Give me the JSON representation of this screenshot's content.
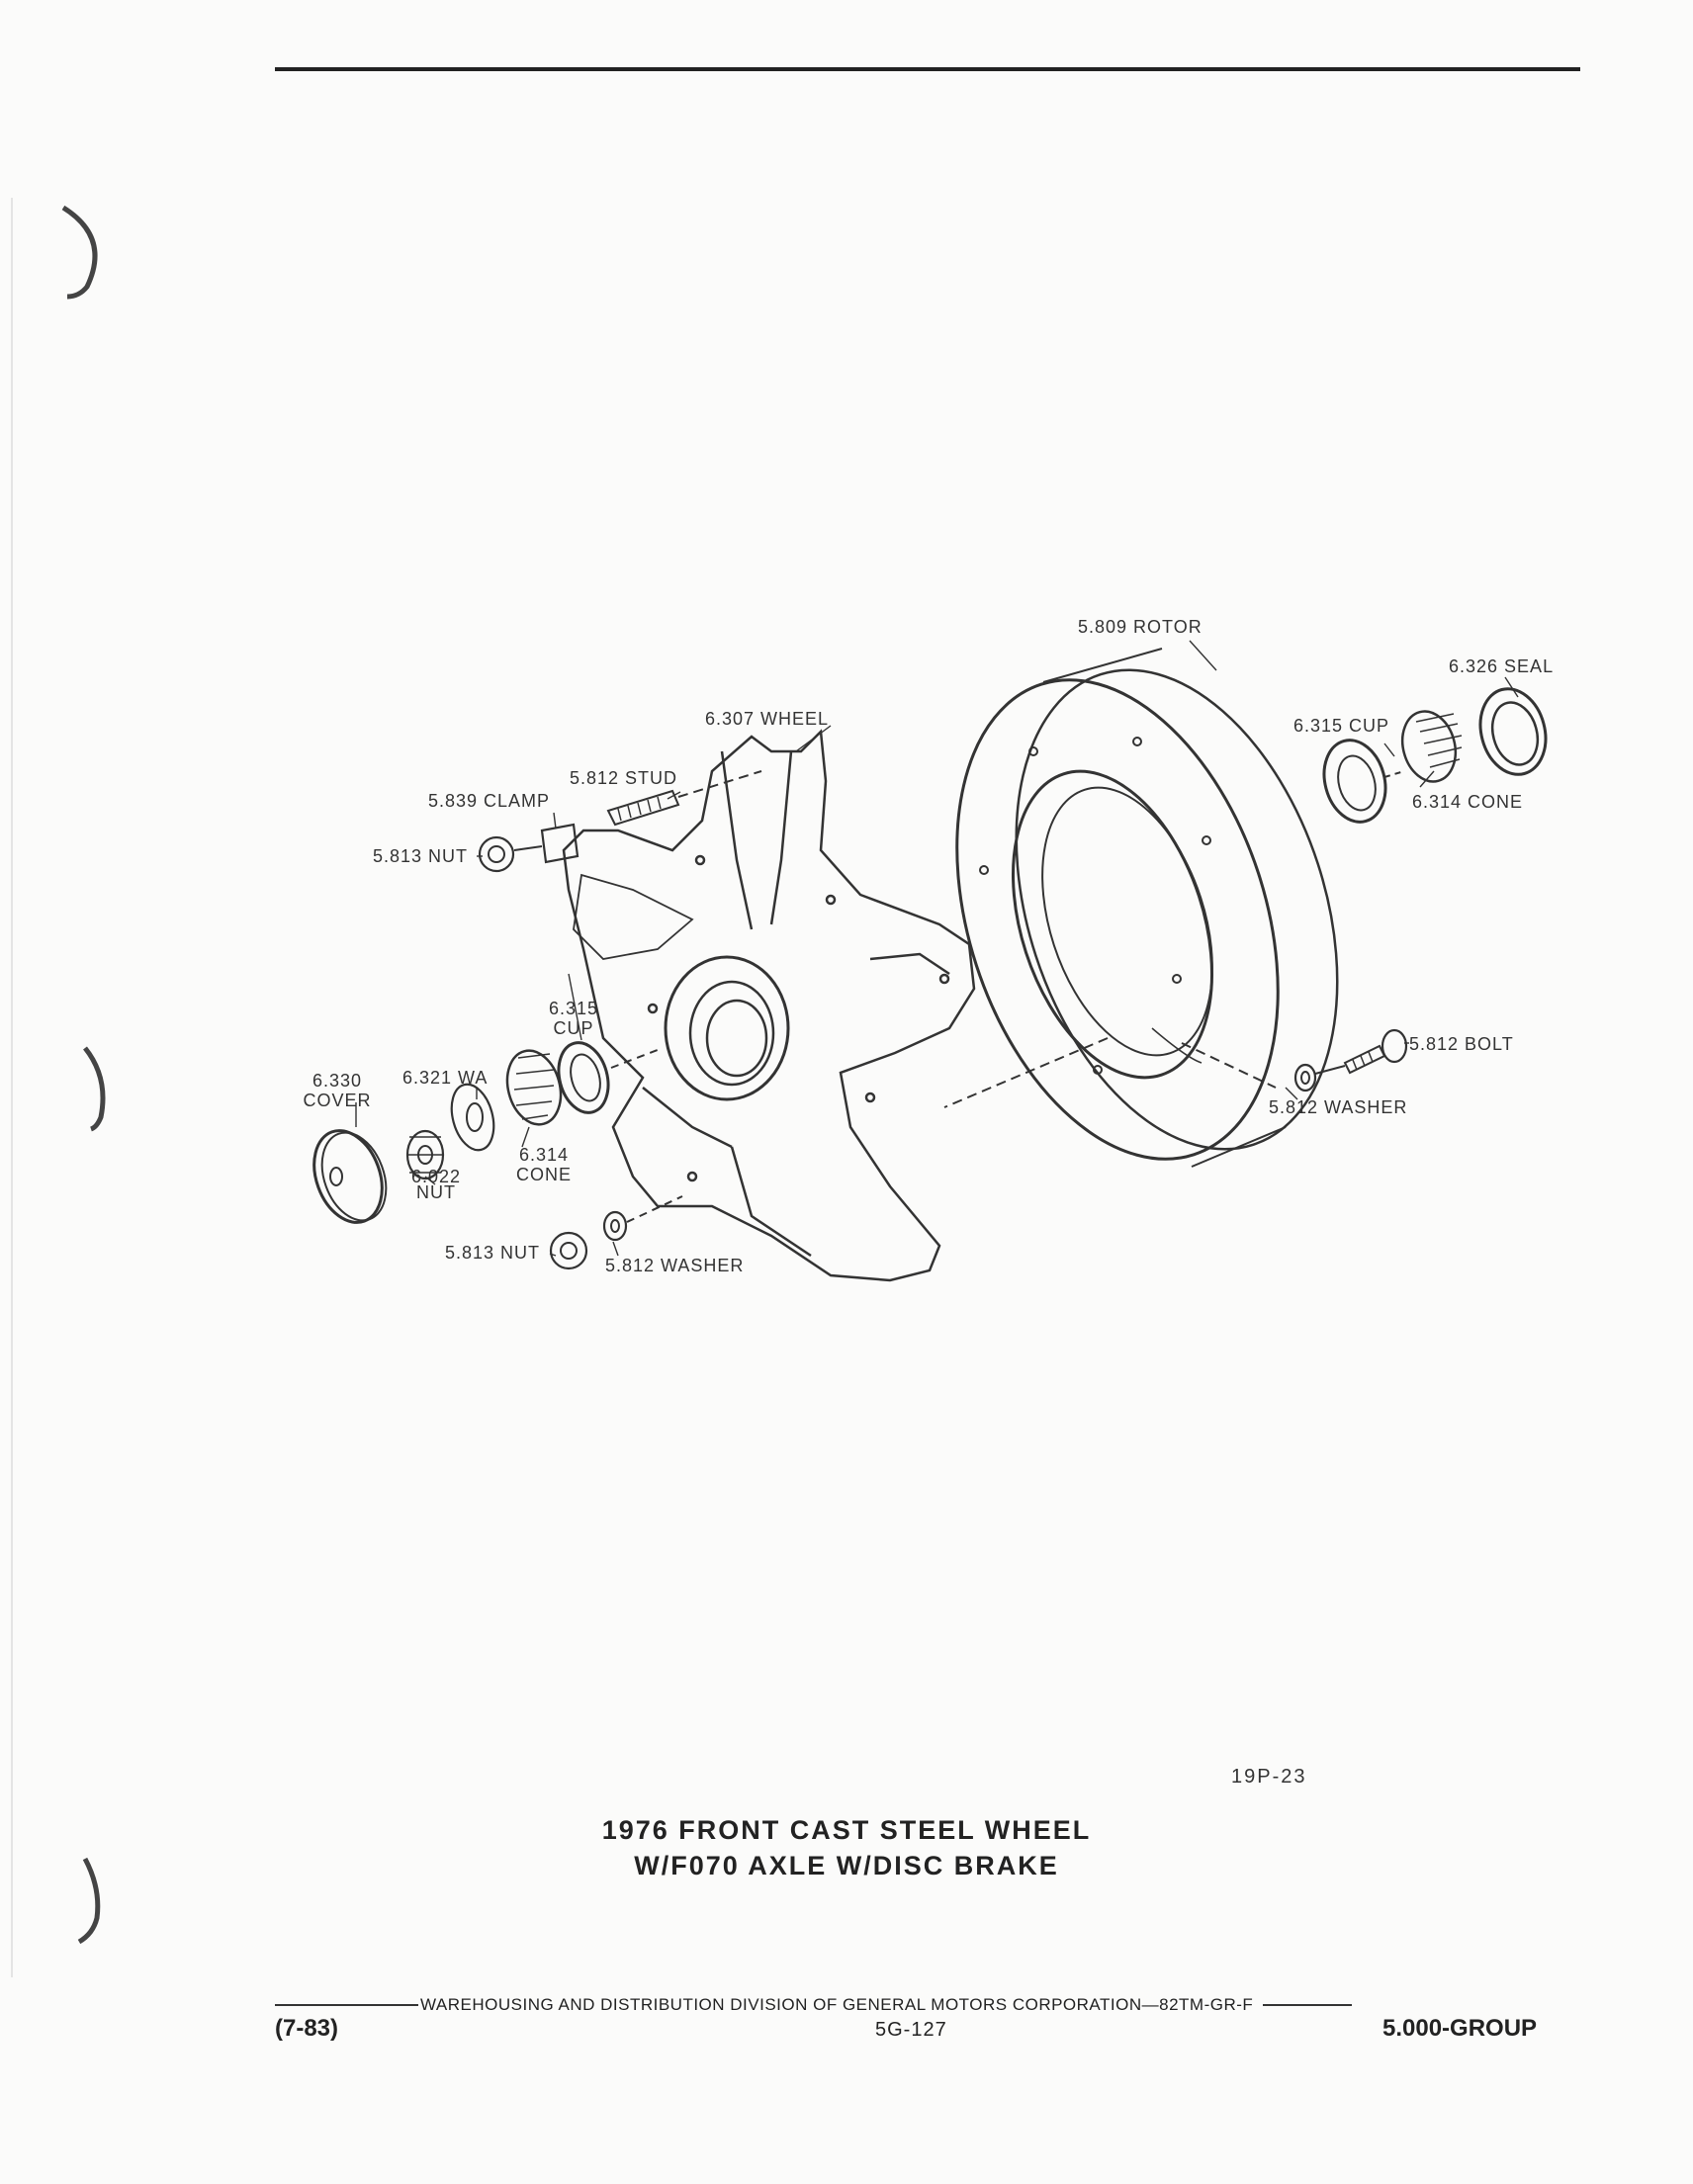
{
  "figure_number": "19P-23",
  "title_line1": "1976 FRONT CAST STEEL WHEEL",
  "title_line2": "W/F070 AXLE W/DISC BRAKE",
  "footer": {
    "corporation": "WAREHOUSING AND DISTRIBUTION  DIVISION OF GENERAL MOTORS CORPORATION—82TM-GR-F",
    "date": "(7-83)",
    "page": "5G-127",
    "group": "5.000-GROUP"
  },
  "parts": {
    "rotor": "5.809 ROTOR",
    "seal": "6.326 SEAL",
    "wheel": "6.307 WHEEL",
    "outer_cup": "6.315 CUP",
    "outer_cone": "6.314 CONE",
    "stud": "5.812 STUD",
    "clamp": "5.839 CLAMP",
    "nut_top": "5.813 NUT",
    "inner_cup_num": "6.315",
    "inner_cup_word": "CUP",
    "cover_num": "6.330",
    "cover_word": "COVER",
    "washer_wa": "6.321 WA",
    "inner_cone_num": "6.314",
    "inner_cone_word": "CONE",
    "spindle_nut_num": "6.022",
    "spindle_nut_word": "NUT",
    "nut_bottom": "5.813 NUT",
    "washer_bottom": "5.812 WASHER",
    "bolt": "5.812 BOLT",
    "washer_right": "5.812 WASHER"
  }
}
